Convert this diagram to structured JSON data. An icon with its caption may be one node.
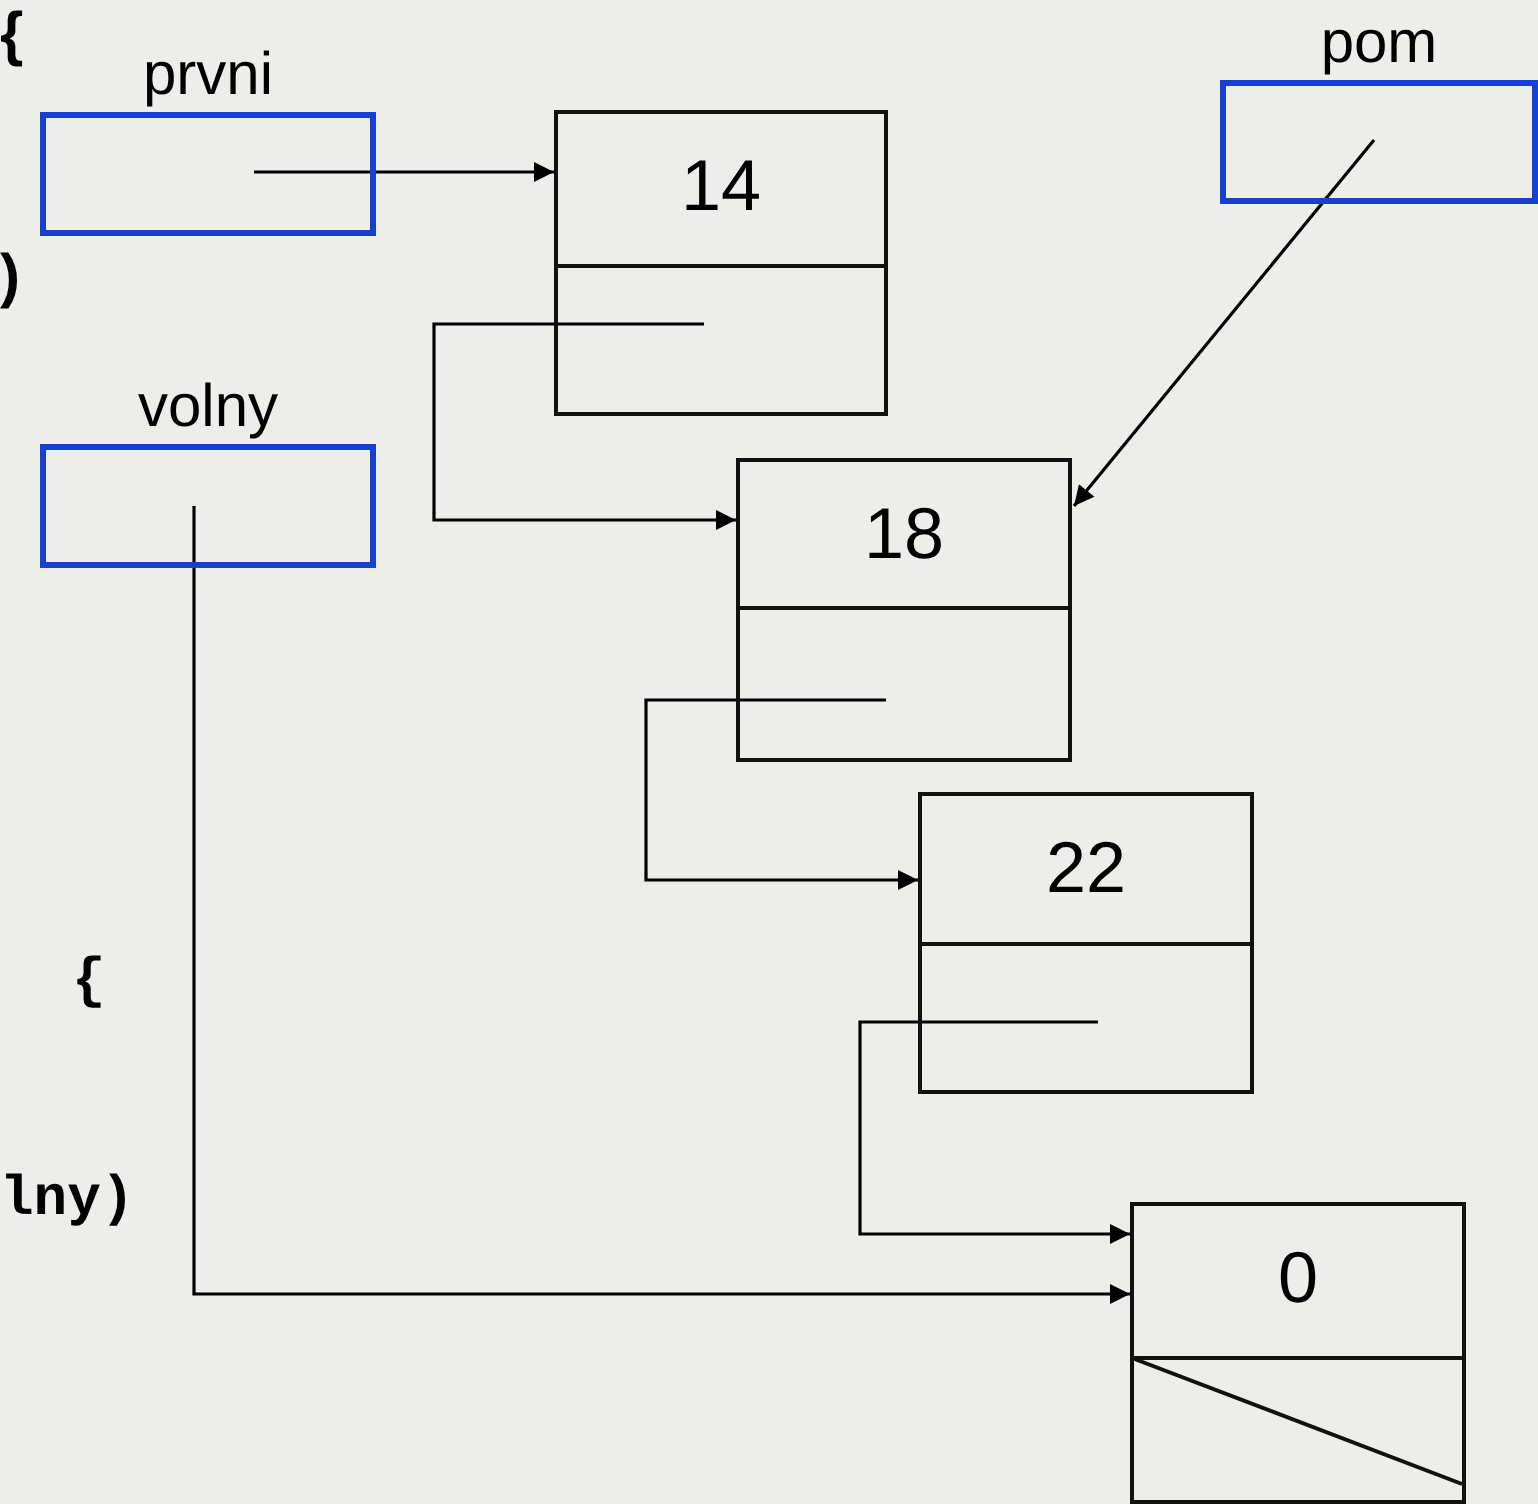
{
  "diagram": {
    "nodes": [
      {
        "text": [
          "prvni"
        ]
      },
      {
        "text": [
          "pom"
        ]
      },
      {
        "text": [
          "volny"
        ]
      },
      {
        "text": [
          "14"
        ]
      },
      {
        "text": [
          "18"
        ]
      },
      {
        "text": [
          "22"
        ]
      },
      {
        "text": [
          "0"
        ]
      }
    ],
    "edges": [
      {
        "from": 0,
        "to": 3,
        "arrow": "to"
      },
      {
        "from": 1,
        "to": 4,
        "arrow": "to"
      },
      {
        "from": 3,
        "to": 4,
        "arrow": "to"
      },
      {
        "from": 4,
        "to": 5,
        "arrow": "to"
      },
      {
        "from": 5,
        "to": 6,
        "arrow": "to"
      },
      {
        "from": 2,
        "to": 6,
        "arrow": "to"
      }
    ],
    "labels": [
      "{",
      ")",
      "{",
      "lny)"
    ]
  }
}
